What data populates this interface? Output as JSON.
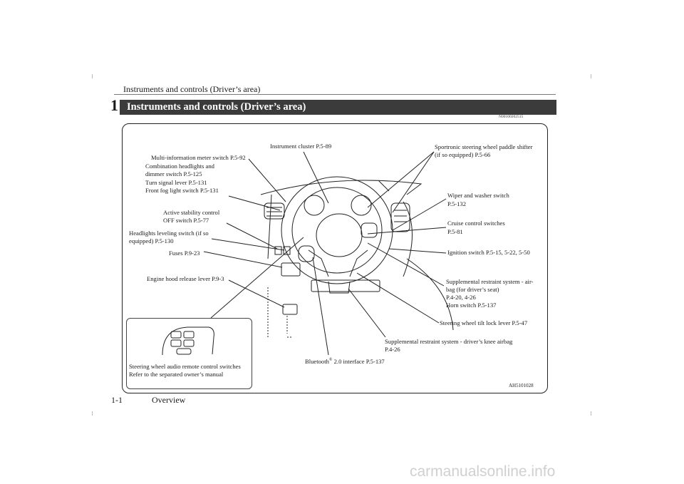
{
  "header": {
    "running_title": "Instruments and controls (Driver’s area)",
    "chapter_number": "1"
  },
  "section": {
    "title": "Instruments and controls (Driver’s area)",
    "code": "N00100202515"
  },
  "figure": {
    "id": "AH5101028",
    "labels": {
      "instrument_cluster": "Instrument cluster P.5-89",
      "multi_info_switch": "Multi-information meter switch P.5-92",
      "combination_headlights_1": "Combination headlights and",
      "combination_headlights_2": "dimmer switch P.5-125",
      "turn_signal": "Turn signal lever P.5-131",
      "front_fog": "Front fog light switch P.5-131",
      "active_stability_1": "Active stability control",
      "active_stability_2": "OFF switch P.5-77",
      "headlights_leveling_1": "Headlights leveling switch (if so",
      "headlights_leveling_2": "equipped) P.5-130",
      "fuses": "Fuses P.9-23",
      "engine_hood": "Engine hood release lever P.9-3",
      "sportronic_1": "Sportronic steering wheel paddle shifter",
      "sportronic_2": "(if so equipped) P.5-66",
      "wiper_1": "Wiper and washer switch",
      "wiper_2": "P.5-132",
      "cruise_1": "Cruise control switches",
      "cruise_2": "P.5-81",
      "ignition": "Ignition switch P.5-15, 5-22, 5-50",
      "srs_airbag_1": "Supplemental restraint system - air-",
      "srs_airbag_2": "bag (for driver’s seat)",
      "srs_airbag_3": "P.4-20, 4-26",
      "horn": "Horn switch P.5-137",
      "tilt_lock": "Steering wheel tilt lock lever P.5-47",
      "knee_airbag_1": "Supplemental restraint system - driver’s knee airbag",
      "knee_airbag_2": "P.4-26",
      "bluetooth_main": "Bluetooth",
      "bluetooth_sup": "®",
      "bluetooth_rest": " 2.0 interface P.5-137",
      "audio_remote_1": "Steering wheel audio remote control switches",
      "audio_remote_2": "Refer to the separated owner’s manual"
    }
  },
  "footer": {
    "page": "1-1",
    "section": "Overview"
  },
  "watermark": "carmanualsonline.info"
}
